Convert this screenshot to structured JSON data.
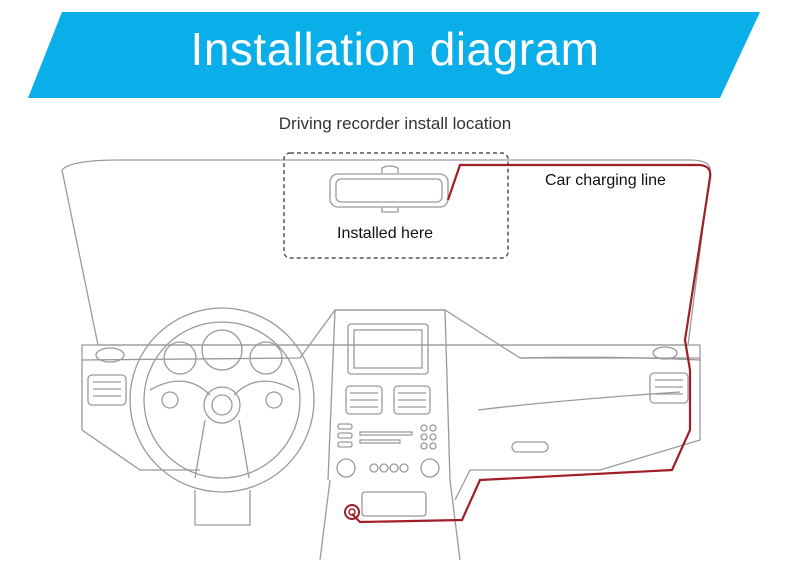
{
  "header": {
    "title": "Installation diagram",
    "banner_color": "#0aaee8"
  },
  "subtitle": "Driving recorder install location",
  "labels": {
    "installed_here": "Installed here",
    "car_charging_line": "Car charging line"
  },
  "colors": {
    "outline": "#9a9a9a",
    "cable": "#a01e2a",
    "dashed_box": "#555555"
  }
}
